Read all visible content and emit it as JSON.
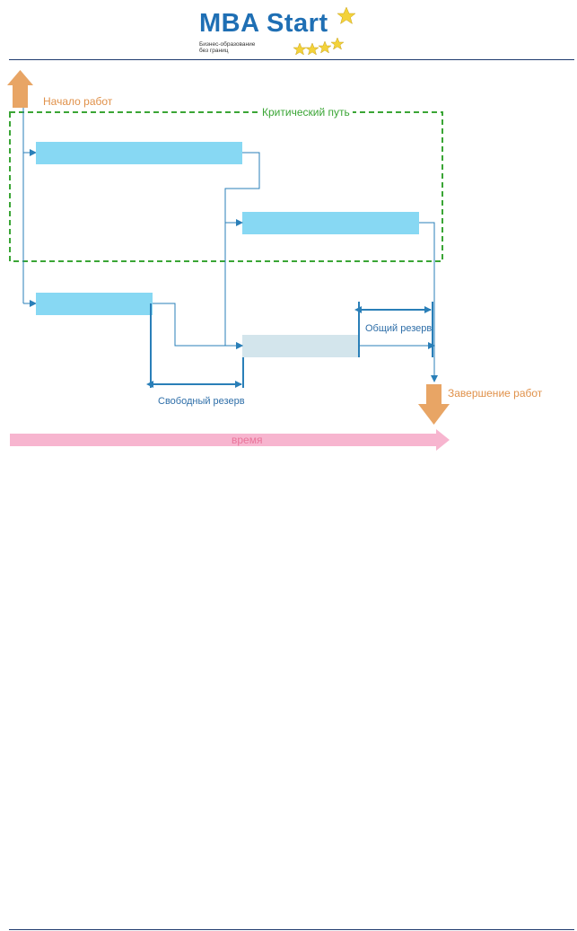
{
  "header": {
    "logo_text": "MBA Start",
    "logo_tagline_line1": "Бизнес-образование",
    "logo_tagline_line2": "без границ"
  },
  "diagram": {
    "start_label": "Начало работ",
    "critical_path_label": "Критический путь",
    "total_float_label": "Общий резерв",
    "free_float_label": "Свободный резерв",
    "finish_label": "Завершение работ",
    "time_label": "время"
  },
  "colors": {
    "task_bar": "#87d8f3",
    "noncritical_task_bar": "#d3e5ec",
    "connector": "#2a7fb8",
    "critical_border": "#3aa535",
    "milestone_arrow": "#e8a565",
    "time_arrow": "#f7b5cf",
    "brand": "#1f6fb4"
  }
}
